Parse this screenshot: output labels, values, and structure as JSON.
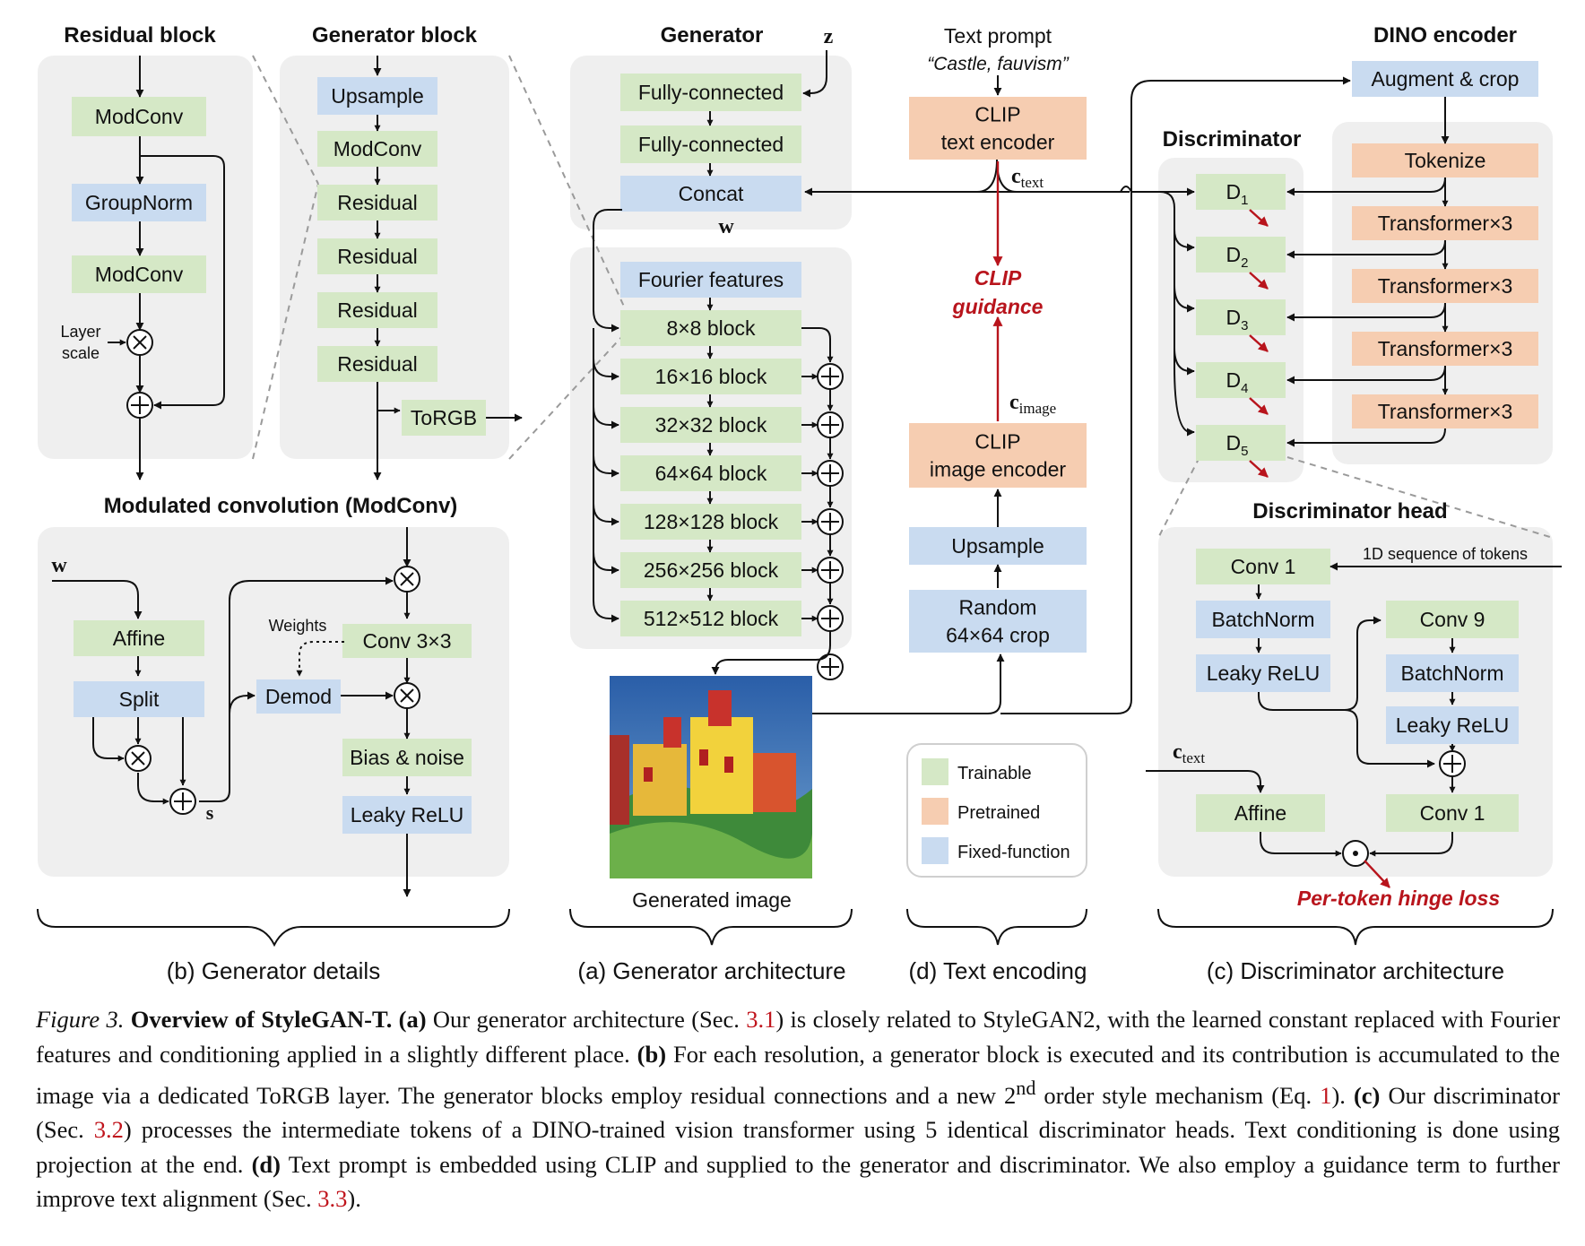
{
  "colors": {
    "trainable": "#d5e8c6",
    "pretrained": "#f6cdb1",
    "fixed": "#c9dbf0",
    "panel": "#efefef",
    "accent_red": "#b8141c",
    "line": "#111111",
    "dash": "#9a9a9a"
  },
  "panels": {
    "residual_block": {
      "title": "Residual block"
    },
    "generator_block": {
      "title": "Generator block"
    },
    "generator": {
      "title": "Generator"
    },
    "modconv": {
      "title": "Modulated convolution (ModConv)"
    },
    "text": {
      "title": "Text prompt",
      "prompt": "“Castle, fauvism”"
    },
    "dino": {
      "title": "DINO encoder"
    },
    "discriminator": {
      "title": "Discriminator"
    },
    "disc_head": {
      "title": "Discriminator head"
    }
  },
  "nodes": {
    "rb_modconv1": "ModConv",
    "rb_groupnorm": "GroupNorm",
    "rb_modconv2": "ModConv",
    "rb_layer_scale_1": "Layer",
    "rb_layer_scale_2": "scale",
    "gb_upsample": "Upsample",
    "gb_modconv": "ModConv",
    "gb_residual": "Residual",
    "gb_torgb": "ToRGB",
    "g_fc": "Fully-connected",
    "g_concat": "Concat",
    "g_fourier": "Fourier features",
    "g_blocks": [
      "8×8 block",
      "16×16 block",
      "32×32 block",
      "64×64 block",
      "128×128 block",
      "256×256 block",
      "512×512 block"
    ],
    "generated_image": "Generated image",
    "mc_affine": "Affine",
    "mc_split": "Split",
    "mc_demod": "Demod",
    "mc_weights": "Weights",
    "mc_conv": "Conv 3×3",
    "mc_bias": "Bias & noise",
    "mc_lrelu": "Leaky ReLU",
    "clip_text_1": "CLIP",
    "clip_text_2": "text encoder",
    "clip_guidance_1": "CLIP",
    "clip_guidance_2": "guidance",
    "clip_image_1": "CLIP",
    "clip_image_2": "image encoder",
    "t_upsample": "Upsample",
    "t_random_1": "Random",
    "t_random_2": "64×64 crop",
    "d_augment": "Augment & crop",
    "d_tokenize": "Tokenize",
    "d_transformer": "Transformer×3",
    "dh_conv1": "Conv 1",
    "dh_batchnorm": "BatchNorm",
    "dh_lrelu": "Leaky ReLU",
    "dh_conv9": "Conv 9",
    "dh_affine": "Affine",
    "dh_seq": "1D sequence of tokens",
    "dh_loss": "Per-token hinge loss"
  },
  "symbols": {
    "z": "z",
    "w": "w",
    "s": "s",
    "c_text": "c",
    "c_text_sub": "text",
    "c_image": "c",
    "c_image_sub": "image",
    "disc_labels": [
      "D",
      "D",
      "D",
      "D",
      "D"
    ],
    "disc_subs": [
      "1",
      "2",
      "3",
      "4",
      "5"
    ]
  },
  "legend": [
    {
      "label": "Trainable",
      "color": "#d5e8c6"
    },
    {
      "label": "Pretrained",
      "color": "#f6cdb1"
    },
    {
      "label": "Fixed-function",
      "color": "#c9dbf0"
    }
  ],
  "brace_labels": {
    "b": "(b) Generator details",
    "a": "(a) Generator architecture",
    "d": "(d) Text encoding",
    "c": "(c) Discriminator architecture"
  },
  "caption": {
    "fig": "Figure 3.",
    "title": "Overview of StyleGAN-T.",
    "a_tag": "(a)",
    "a_1": "Our generator architecture (Sec.",
    "a_ref": "3.1",
    "a_2": ") is closely related to StyleGAN2, with the learned constant replaced with Fourier features and conditioning applied in a slightly different place.",
    "b_tag": "(b)",
    "b_1": "For each resolution, a generator block is executed and its contribution is accumulated to the image via a dedicated ToRGB layer. The generator blocks employ residual connections and a new 2",
    "b_sup": "nd",
    "b_2": "order style mechanism (Eq.",
    "b_ref": "1",
    "b_3": ").",
    "c_tag": "(c)",
    "c_1": "Our discriminator (Sec.",
    "c_ref": "3.2",
    "c_2": ") processes the intermediate tokens of a DINO-trained vision transformer using 5 identical discriminator heads. Text conditioning is done using projection at the end.",
    "d_tag": "(d)",
    "d_1": "Text prompt is embedded using CLIP and supplied to the generator and discriminator. We also employ a guidance term to further improve text alignment (Sec.",
    "d_ref": "3.3",
    "d_2": ")."
  }
}
